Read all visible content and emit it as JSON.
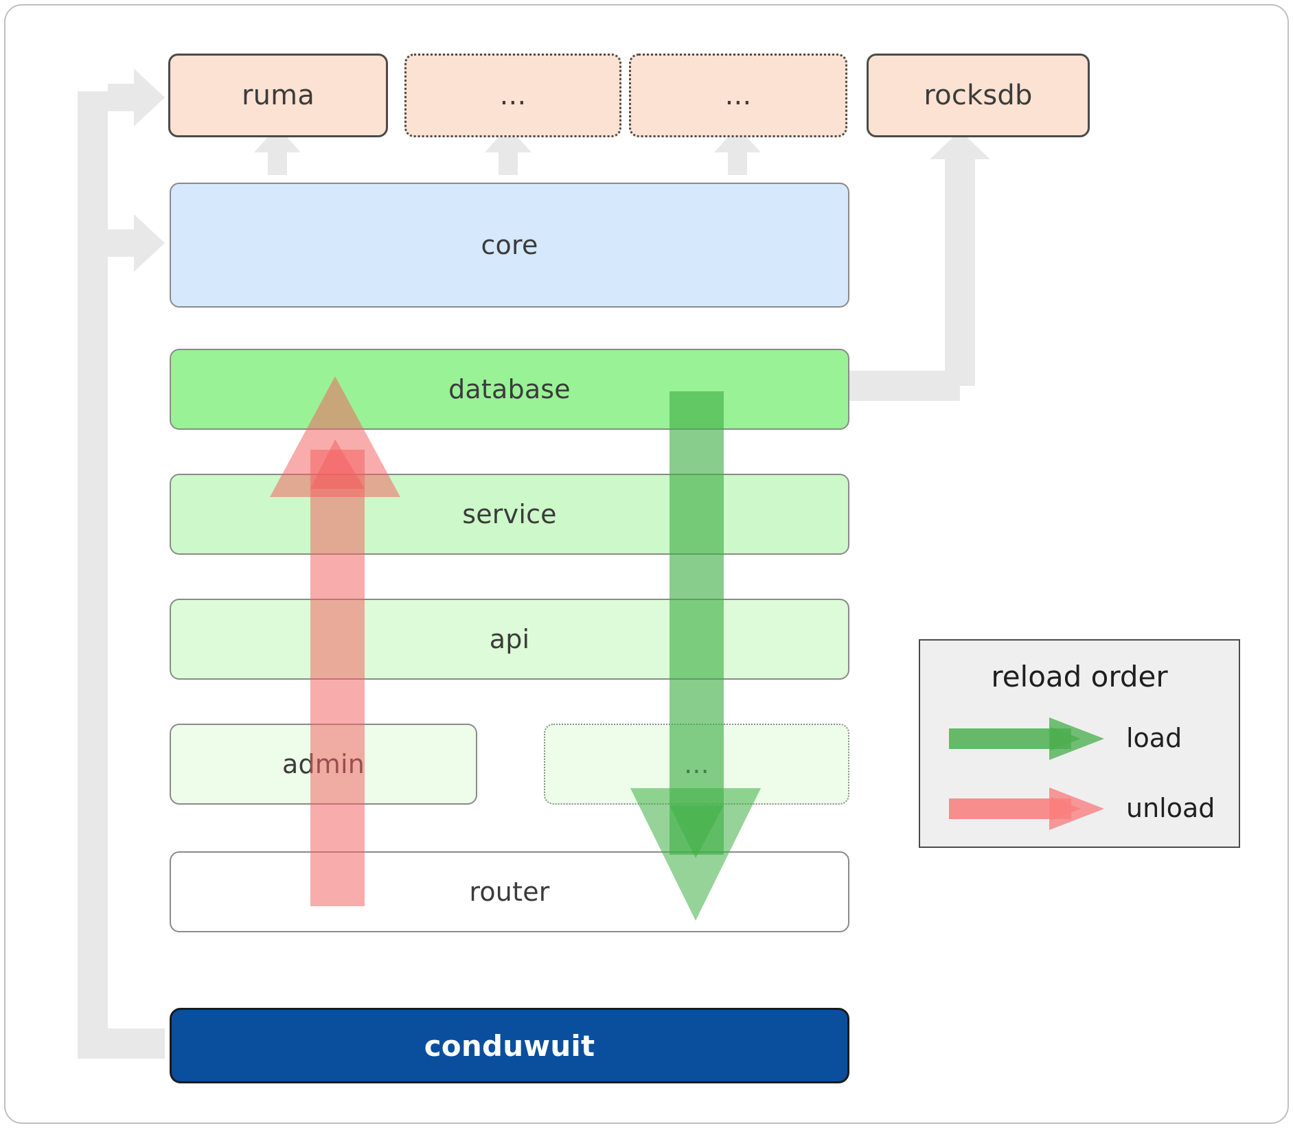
{
  "diagram": {
    "title": "conduwuit crate architecture / reload order",
    "top_row": [
      {
        "label": "ruma",
        "style": "solid"
      },
      {
        "label": "...",
        "style": "dotted"
      },
      {
        "label": "...",
        "style": "dotted"
      },
      {
        "label": "rocksdb",
        "style": "solid"
      }
    ],
    "layers": [
      {
        "label": "core"
      },
      {
        "label": "database"
      },
      {
        "label": "service"
      },
      {
        "label": "api"
      },
      {
        "label": "admin"
      },
      {
        "label": "..."
      },
      {
        "label": "router"
      }
    ],
    "root": {
      "label": "conduwuit"
    }
  },
  "legend": {
    "title": "reload order",
    "items": [
      {
        "label": "load",
        "color": "#4caf50"
      },
      {
        "label": "unload",
        "color": "#f98080"
      }
    ]
  },
  "colors": {
    "top_box_fill": "#fce2d2",
    "top_box_border": "#4a4a4a",
    "core_fill": "#d6e8fb",
    "database_fill": "#99f296",
    "service_fill": "#cdf8c9",
    "api_fill": "#ddfbd8",
    "admin_fill": "#edfdea",
    "router_fill": "#ffffff",
    "root_fill": "#0a4f9e",
    "root_text": "#ffffff",
    "connector": "#e8e8e8",
    "load_arrow": "#4caf50",
    "unload_arrow": "#f98080",
    "legend_fill": "#efefef",
    "frame_border": "#bfbfbf"
  }
}
